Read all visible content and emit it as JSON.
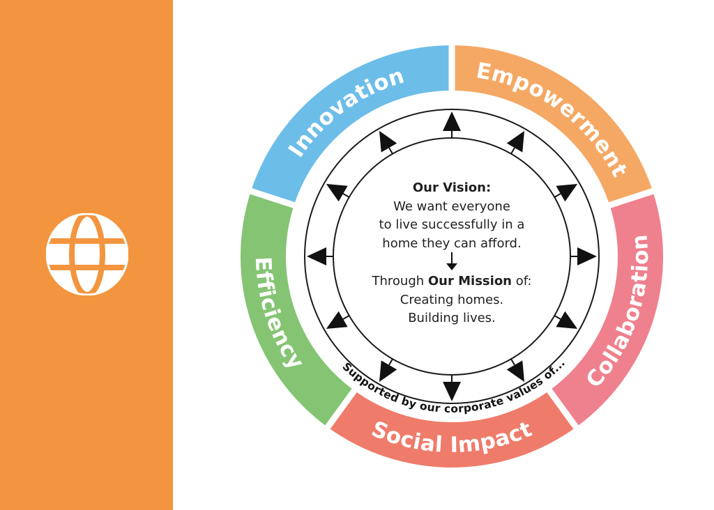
{
  "values": [
    {
      "label": "Innovation",
      "color": "#6dbde9"
    },
    {
      "label": "Empowerment",
      "color": "#f5a864"
    },
    {
      "label": "Collaboration",
      "color": "#ef808d"
    },
    {
      "label": "Social Impact",
      "color": "#ef7b6a"
    },
    {
      "label": "Efficiency",
      "color": "#84c473"
    }
  ],
  "supported_text": "Supported by our corporate values of...",
  "vision": {
    "heading": "Our Vision:",
    "lines": [
      "We want everyone",
      "to live successfully in a",
      "home they can afford."
    ]
  },
  "mission": {
    "prefix": "Through ",
    "bold": "Our Mission",
    "suffix": " of:",
    "lines": [
      "Creating homes.",
      "Building lives."
    ]
  },
  "side_panel": {
    "color": "#f3953f",
    "icon": "globe-icon"
  }
}
